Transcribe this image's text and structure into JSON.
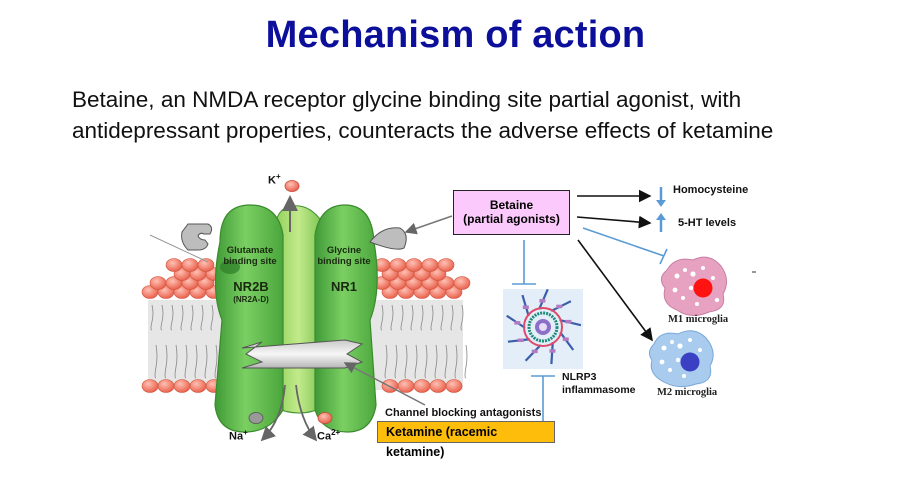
{
  "header": {
    "title": "Mechanism of action",
    "subtitle_line1": "Betaine, an NMDA receptor glycine binding site partial agonist, with",
    "subtitle_line2": "antidepressant properties, counteracts the adverse effects of ketamine"
  },
  "receptor": {
    "ion_top": "K",
    "ion_top_sup": "+",
    "glutamate_site": [
      "Glutamate",
      "binding site"
    ],
    "glycine_site": [
      "Glycine",
      "binding site"
    ],
    "subunit_left": "NR2B",
    "subunit_left_sub": "(NR2A-D)",
    "subunit_right": "NR1",
    "ion_bottom_left": "Na",
    "ion_bottom_left_sup": "+",
    "ion_bottom_right": "Ca",
    "ion_bottom_right_sup": "2+"
  },
  "betaine_box": {
    "line1": "Betaine",
    "line2": "(partial agonists)"
  },
  "effects": [
    {
      "direction": "down",
      "label": "Homocysteine"
    },
    {
      "direction": "up",
      "label": "5-HT levels"
    }
  ],
  "inflammasome": {
    "label_line1": "NLRP3",
    "label_line2": "inflammasome"
  },
  "microglia": [
    {
      "label": "M1 microglia",
      "color": "#ff1a1a"
    },
    {
      "label": "M2 microglia",
      "color": "#3a3fc4"
    }
  ],
  "antagonists": {
    "heading": "Channel blocking antagonists",
    "drug": "Ketamine  (racemic ketamine)"
  },
  "colors": {
    "title": "#0b0f9a",
    "betaine_box": "#fbc9fb",
    "ketamine_box": "#fdbd0a",
    "inhibit_line": "#5b9bd5",
    "receptor_green": "#5cb84a",
    "lipid_head": "#f08a78"
  }
}
